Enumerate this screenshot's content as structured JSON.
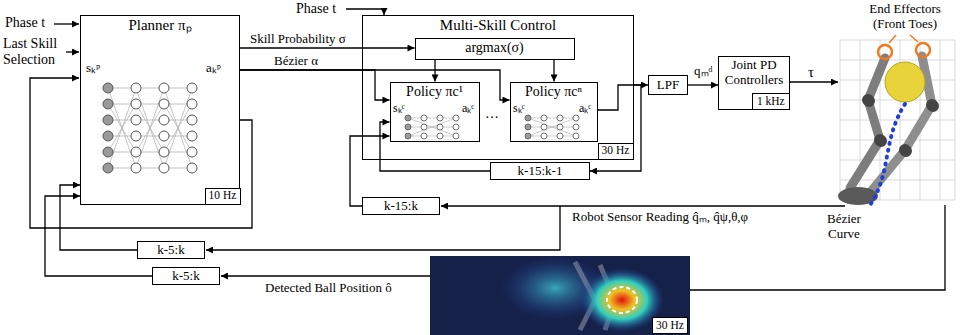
{
  "diagram": {
    "nodes": [
      {
        "text": [
          "Planner πₚ"
        ]
      },
      {
        "text": [
          "10 Hz"
        ],
        "in": 0
      },
      {
        "text": [
          "Multi-Skill Control"
        ]
      },
      {
        "text": [
          "argmax(σ)"
        ],
        "in": 2
      },
      {
        "text": [
          "Policy πc¹"
        ],
        "in": 2
      },
      {
        "text": [
          "Policy πcⁿ"
        ],
        "in": 2
      },
      {
        "text": [
          "30 Hz"
        ],
        "in": 2
      },
      {
        "text": [
          "LPF"
        ]
      },
      {
        "text": [
          "Joint PD Controllers"
        ]
      },
      {
        "text": [
          "1 kHz"
        ],
        "in": 8
      },
      {
        "text": [
          "k-15:k-1"
        ]
      },
      {
        "text": [
          "k-15:k"
        ]
      },
      {
        "text": [
          "k-5:k"
        ]
      },
      {
        "text": [
          "k-5:k"
        ]
      },
      {
        "text": [
          "30 Hz"
        ]
      }
    ],
    "edges": [
      {
        "from": 0,
        "to": 3,
        "label": "Skill Probability σ",
        "arrow": "to"
      },
      {
        "from": 0,
        "to": 4,
        "label": "Bézier α",
        "arrow": "to"
      },
      {
        "from": 0,
        "to": 5,
        "arrow": "to"
      },
      {
        "from": 3,
        "to": 4,
        "arrow": "to"
      },
      {
        "from": 3,
        "to": 5,
        "arrow": "to"
      },
      {
        "from": 2,
        "to": 7,
        "arrow": "to"
      },
      {
        "from": 7,
        "to": 8,
        "label": "qₘᵈ",
        "arrow": "to"
      },
      {
        "from": 2,
        "to": 10,
        "arrow": "to"
      },
      {
        "from": 10,
        "to": 4,
        "arrow": "to"
      },
      {
        "from": 11,
        "to": 4,
        "arrow": "to"
      },
      {
        "from": 12,
        "to": 0,
        "arrow": "to"
      },
      {
        "from": 13,
        "to": 0,
        "arrow": "to"
      }
    ],
    "labels": [
      "Phase t",
      "Last Skill Selection",
      "Phase t",
      "sₖᵖ",
      "aₖᵖ",
      "sₖᶜ",
      "aₖᶜ",
      "···",
      "sₖᶜ",
      "aₖᶜ",
      "τ",
      "End Effectors (Front Toes)",
      "Bézier Curve",
      "Robot Sensor Reading q̂ₘ, q̂ψ,θ,φ",
      "Detected Ball Position ô"
    ]
  }
}
